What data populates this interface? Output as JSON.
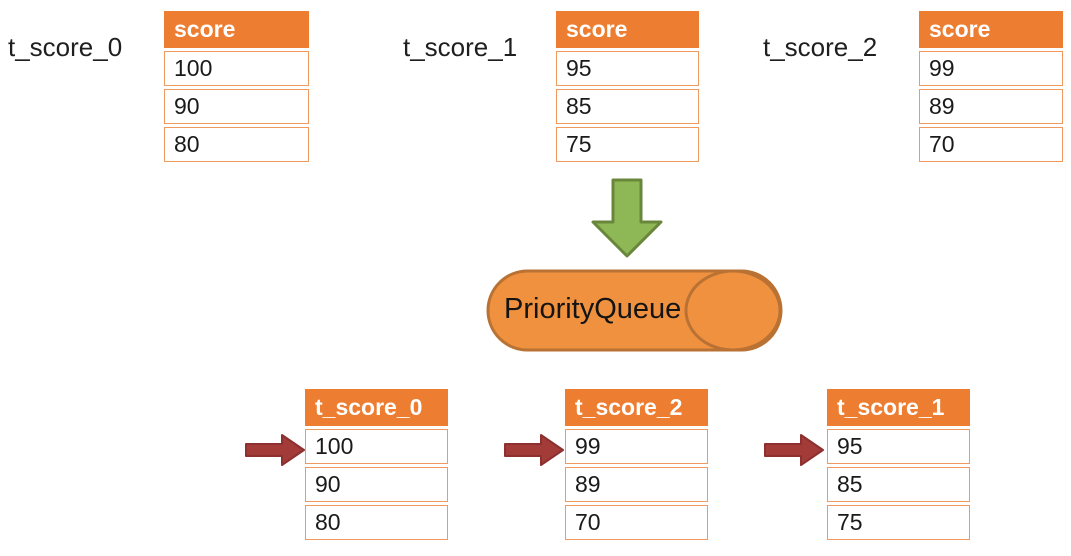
{
  "top_section": {
    "tables": [
      {
        "label": "t_score_0",
        "header": "score",
        "rows": [
          "100",
          "90",
          "80"
        ]
      },
      {
        "label": "t_score_1",
        "header": "score",
        "rows": [
          "95",
          "85",
          "75"
        ]
      },
      {
        "label": "t_score_2",
        "header": "score",
        "rows": [
          "99",
          "89",
          "70"
        ]
      }
    ]
  },
  "queue": {
    "label": "PriorityQueue"
  },
  "bottom_section": {
    "tables": [
      {
        "header": "t_score_0",
        "rows": [
          "100",
          "90",
          "80"
        ]
      },
      {
        "header": "t_score_2",
        "rows": [
          "99",
          "89",
          "70"
        ]
      },
      {
        "header": "t_score_1",
        "rows": [
          "95",
          "85",
          "75"
        ]
      }
    ]
  },
  "colors": {
    "table_header_orange": "#ED7D31",
    "table_border_orange": "#F0995E",
    "cylinder_fill": "#F0913F",
    "cylinder_stroke": "#B97233",
    "green_arrow_fill": "#8EB756",
    "green_arrow_stroke": "#69873B",
    "red_arrow_fill": "#A33B39",
    "red_arrow_stroke": "#8C3030"
  }
}
